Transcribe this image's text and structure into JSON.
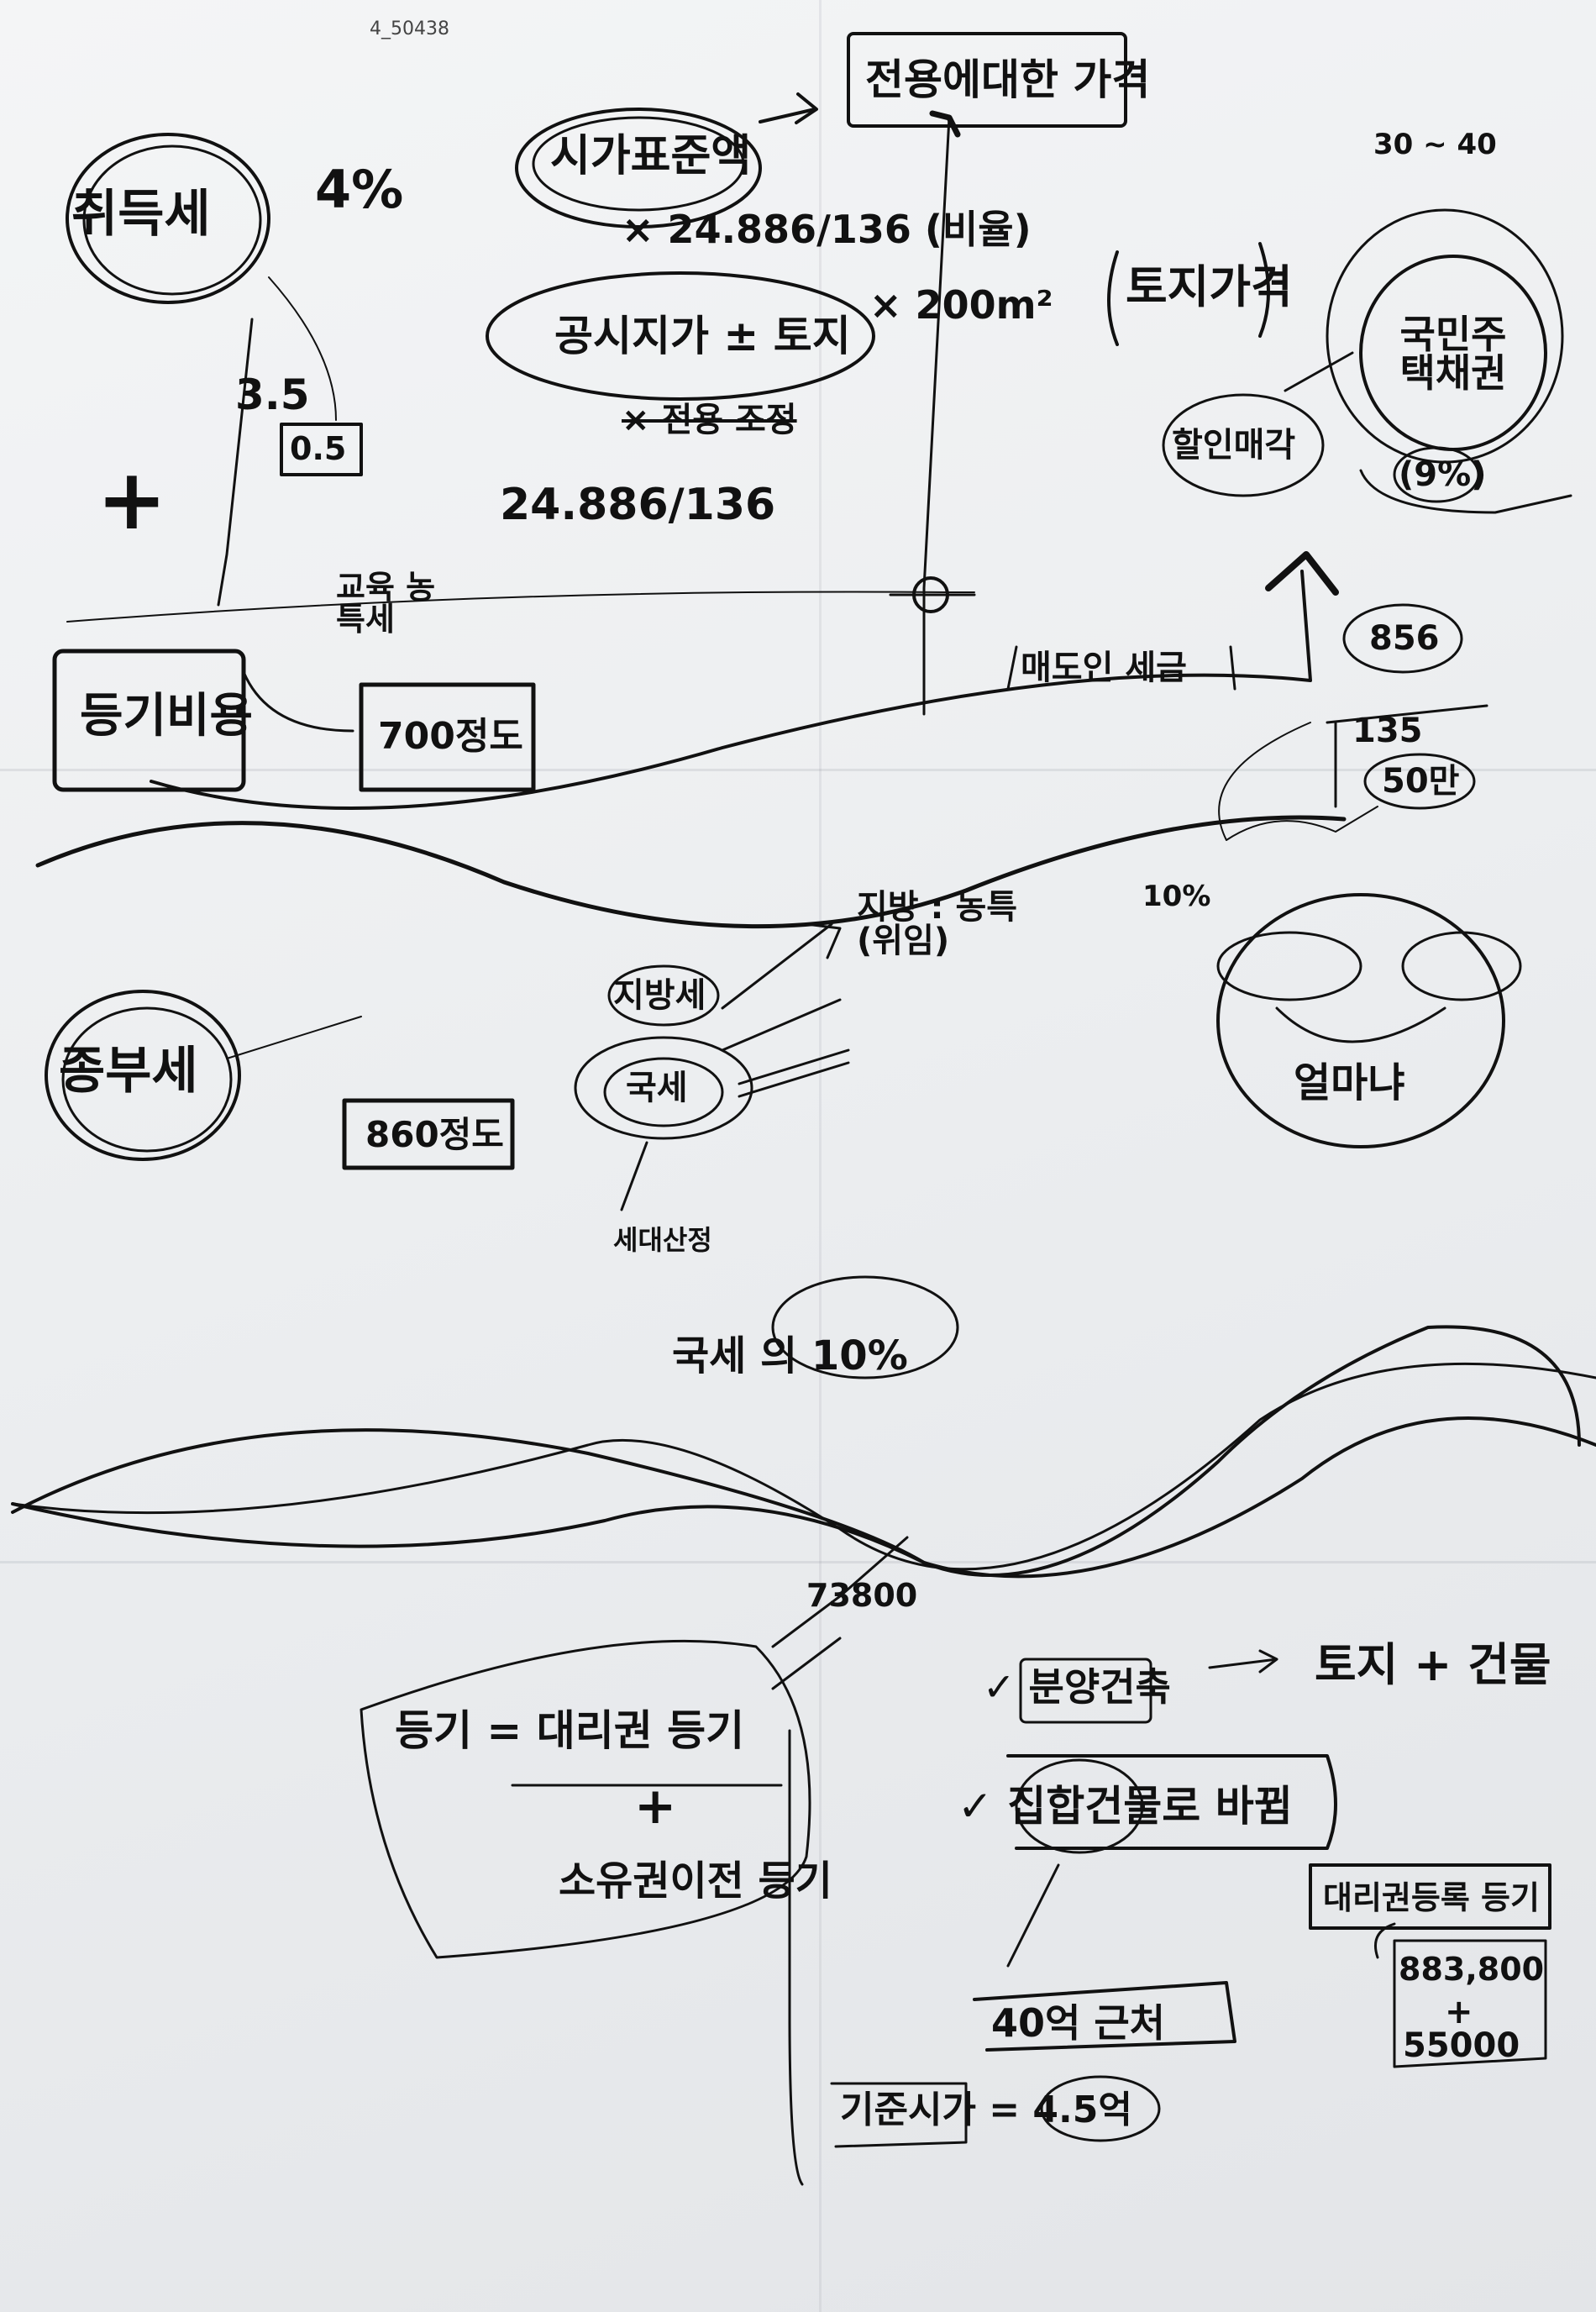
{
  "image_id_label": "4_50438",
  "notes": {
    "acq_tax": "취득세",
    "rate_4": "4%",
    "std_price": "시가표준액",
    "price_per_area": "전용에대한 가격",
    "mult_1": "× 24.886/136 (비율)",
    "official_land": "공시지가 ± 토지",
    "area_mult": "× 200m²",
    "land_price": "토지가격",
    "strike_note": "× 전용 조정",
    "ratio_num": "24.886/136",
    "three_five": "3.5",
    "zero_small": "0.5",
    "edu_tax": "교육 농특세",
    "plus": "+",
    "reg_cost": "등기비용",
    "approx_700": "700정도",
    "right_30": "30 ~ 40",
    "nat_bond": "국민주택채권",
    "bond_sale": "할인매각",
    "pct_9": "(9%)",
    "seller_reg": "매도인 세금",
    "n_856": "856",
    "n_135": "135",
    "n_50": "50만",
    "n_10": "10%",
    "comp_tax": "종부세",
    "approx_860": "860정도",
    "local_edu": "지방세",
    "nat_tax": "국세",
    "arrow_target": "지방 : 농특 (위임)",
    "tax_year": "세대산정",
    "left_circle": "○ + ○",
    "face_label": "얼마냐",
    "nat_tax_10": "국세 의 10%",
    "n_73800": "73800",
    "registration": "등기 = 대리권 등기",
    "plus2": "+",
    "transfer_reg": "소유권이전 등기",
    "building_check": "✓ 분양건축",
    "land_plus_bldg": "토지 + 건물",
    "check_detail": "✓ 집합건물로 바뀜",
    "rep_reg": "대리권등록 등기",
    "n_883800": "883,800",
    "plus3": "+",
    "n_55000": "55000",
    "sale_market": "40억 근처",
    "unit_price": "기준시가 = 4.5억"
  }
}
